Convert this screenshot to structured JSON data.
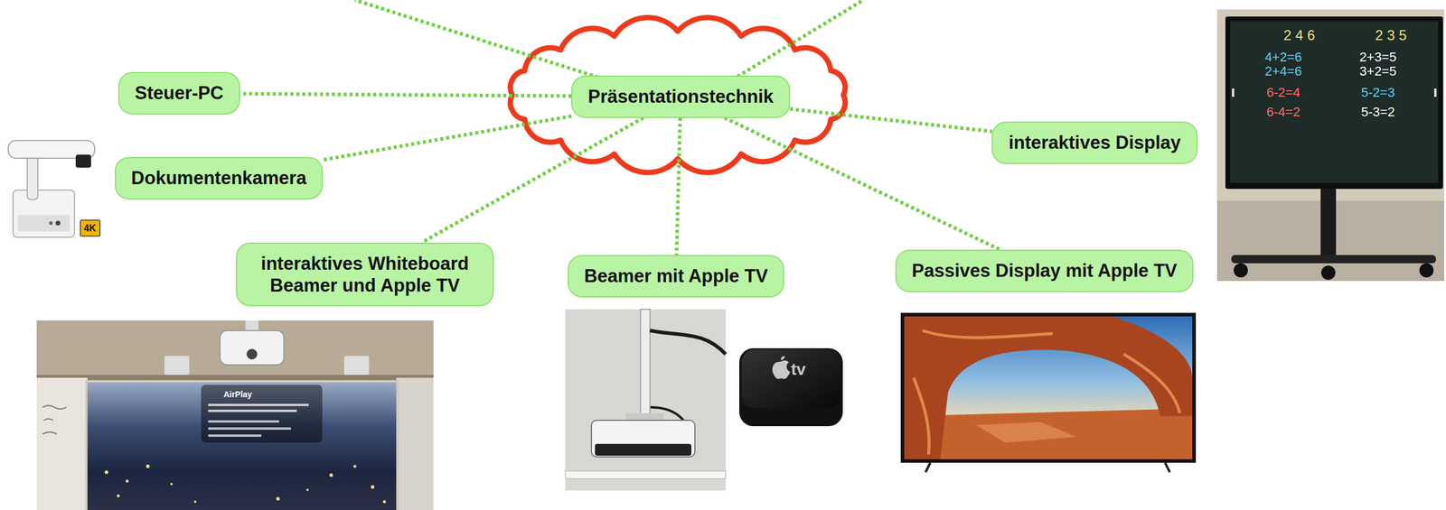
{
  "diagram": {
    "nodes": [
      {
        "text": [
          "Präsentationstechnik"
        ]
      },
      {
        "text": [
          "Steuer-PC"
        ]
      },
      {
        "text": [
          "interaktives Display"
        ]
      },
      {
        "text": [
          "Dokumentenkamera"
        ]
      },
      {
        "text": [
          "interaktives Whiteboard Beamer und Apple TV"
        ]
      },
      {
        "text": [
          "Beamer mit Apple TV"
        ]
      },
      {
        "text": [
          "Passives Display mit Apple TV"
        ]
      }
    ],
    "edges": [
      {
        "from": 0,
        "to": 1,
        "arrow": "none"
      },
      {
        "from": 0,
        "to": 2,
        "arrow": "none"
      },
      {
        "from": 0,
        "to": 3,
        "arrow": "none"
      },
      {
        "from": 0,
        "to": 4,
        "arrow": "none"
      },
      {
        "from": 0,
        "to": 5,
        "arrow": "none"
      },
      {
        "from": 0,
        "to": 6,
        "arrow": "none"
      }
    ],
    "labels": [
      "2 4 6",
      "2 3 5",
      "4+2=6",
      "2+3=5",
      "2+4=6",
      "3+2=5",
      "6-2=4",
      "5-2=3",
      "6-4=2",
      "5-3=2",
      "4K",
      "tv",
      "AirPlay"
    ]
  }
}
